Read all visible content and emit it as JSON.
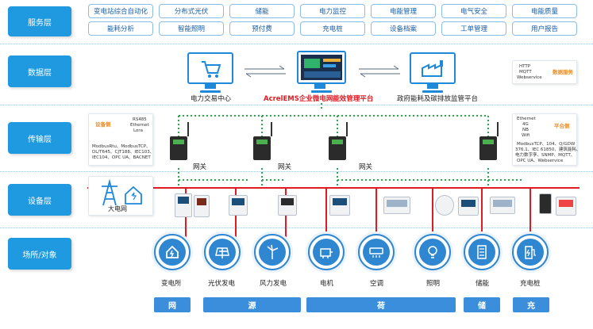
{
  "layers": {
    "service": "服务层",
    "data": "数据层",
    "transport": "传输层",
    "device": "设备层",
    "site": "场所/对象"
  },
  "services": {
    "row1": [
      "变电站综合自动化",
      "分布式光伏",
      "储能",
      "电力监控",
      "电能管理",
      "电气安全",
      "电能质量"
    ],
    "row2": [
      "能耗分析",
      "智能照明",
      "预付费",
      "充电桩",
      "设备档案",
      "工单管理",
      "用户报告"
    ]
  },
  "data_layer": {
    "left_label": "电力交易中心",
    "center_label": "AcrelEMS企业微电网能效管理平台",
    "right_label": "政府能耗及碳排放监管平台",
    "protocols": [
      "HTTP",
      "MQTT",
      "Webservice"
    ],
    "data_service": "数据服务"
  },
  "transport": {
    "device_side_protocols": [
      "RS485",
      "Ethernet",
      "Lora"
    ],
    "device_side": "设备侧",
    "device_side_list": [
      "ModbusRtu、ModbusTCP、",
      "DL/T645、CJT188、IEC103、",
      "IEC104、OPC UA、BACNET"
    ],
    "gateway_label": "网关",
    "platform_side_protocols": [
      "Ethernet",
      "4G",
      "NB",
      "Wifi"
    ],
    "platform_side": "平台侧",
    "platform_side_list": [
      "ModbusTCP、104、Q/GDW",
      "376.1、IEC 61850、建筑能耗、",
      "电力数字孪、SNMP、MQTT、",
      "OPC UA、Webservice"
    ]
  },
  "device_layer": {
    "grid_label": "大电网"
  },
  "sites": [
    "变电所",
    "光伏发电",
    "风力发电",
    "电机",
    "空调",
    "照明",
    "储能",
    "充电桩"
  ],
  "bottom_tags": [
    "网",
    "源",
    "荷",
    "储",
    "充"
  ],
  "colors": {
    "layer_label": "#29a6e0",
    "accent_blue": "#1e88d9",
    "red_bus": "#e21b23",
    "green_dotted": "#2aa84a",
    "tag_blue": "#3b8edb",
    "orange": "#f08c1e"
  }
}
